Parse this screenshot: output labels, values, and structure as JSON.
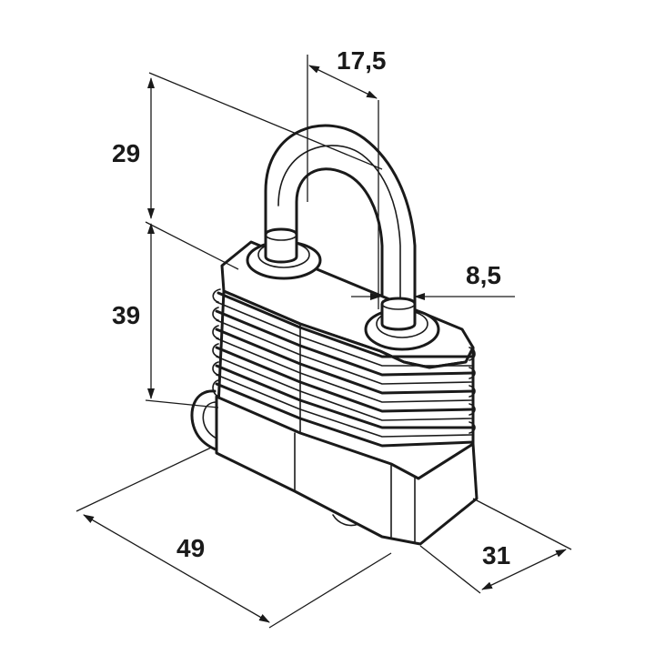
{
  "dimensions": {
    "shackle_height": "29",
    "body_height": "39",
    "shackle_inner_width": "17,5",
    "shackle_diameter": "8,5",
    "body_width": "49",
    "body_depth": "31"
  }
}
